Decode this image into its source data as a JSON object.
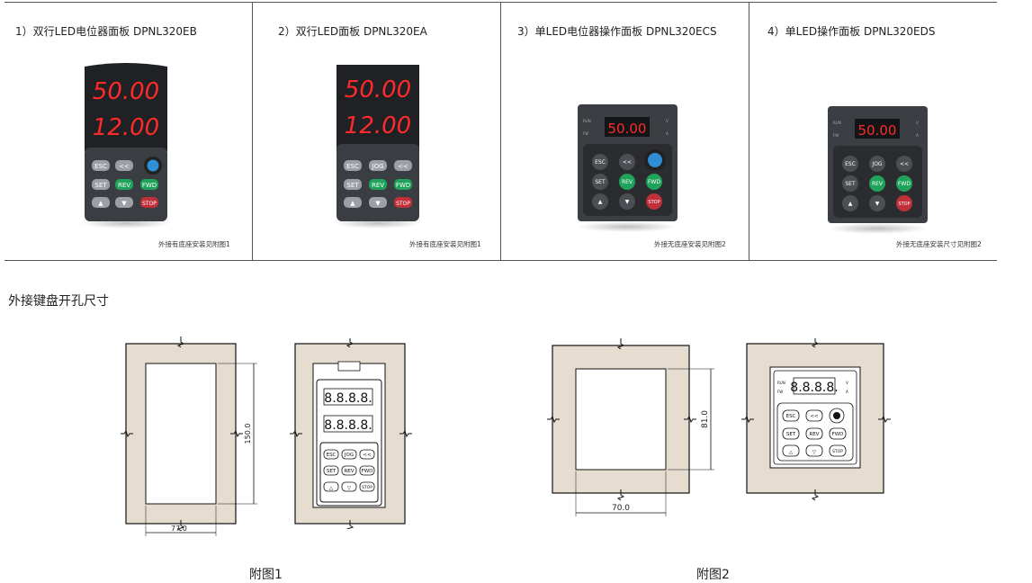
{
  "products": [
    {
      "title": "1）双行LED电位器面板 DPNL320EB",
      "note": "外接有底座安装见附图1",
      "display1": "50.00",
      "display2": "12.00",
      "keys": [
        "ESC",
        "<<",
        "SET",
        "REV",
        "FWD",
        "▲",
        "▼",
        "STOP"
      ]
    },
    {
      "title": "2）双行LED面板 DPNL320EA",
      "note": "外接有底座安装见附图1",
      "display1": "50.00",
      "display2": "12.00",
      "keys": [
        "ESC",
        "JOG",
        "<<",
        "SET",
        "REV",
        "FWD",
        "▲",
        "▼",
        "STOP"
      ]
    },
    {
      "title": "3）单LED电位器操作面板 DPNL320ECS",
      "note": "外接无底座安装见附图2",
      "display1": "50.00",
      "keys": [
        "ESC",
        "<<",
        "SET",
        "REV",
        "FWD",
        "▲",
        "▼",
        "STOP"
      ],
      "indicators": [
        "RUN",
        "FW",
        "V",
        "A"
      ]
    },
    {
      "title": "4）单LED操作面板 DPNL320EDS",
      "note": "外接无底座安装尺寸见附图2",
      "display1": "50.00",
      "keys": [
        "ESC",
        "JOG",
        "<<",
        "SET",
        "REV",
        "FWD",
        "▲",
        "▼",
        "STOP"
      ],
      "indicators": [
        "RUN",
        "FW",
        "V",
        "A"
      ]
    }
  ],
  "section_title": "外接键盘开孔尺寸",
  "figure1": {
    "caption": "附图1",
    "width_label": "77.0",
    "height_label": "150.0",
    "keys": [
      "ESC",
      "JOG",
      "<<",
      "SET",
      "REV",
      "FWD",
      "△",
      "▽",
      "STOP"
    ],
    "display": "8.8.8.8."
  },
  "figure2": {
    "caption": "附图2",
    "width_label": "70.0",
    "height_label": "81.0",
    "keys": [
      "ESC",
      "<<",
      "SET",
      "REV",
      "FWD",
      "△",
      "▽",
      "STOP"
    ],
    "display": "8.8.8.8.",
    "indicators": [
      "RUN",
      "FW",
      "V",
      "A"
    ]
  },
  "colors": {
    "wall": "#e6ddd0",
    "panel_dark": "#2b2d30",
    "led": "#ff2a2a",
    "key_green": "#1fa35a",
    "key_red": "#c0303a",
    "knob_blue": "#2e8fd6"
  }
}
